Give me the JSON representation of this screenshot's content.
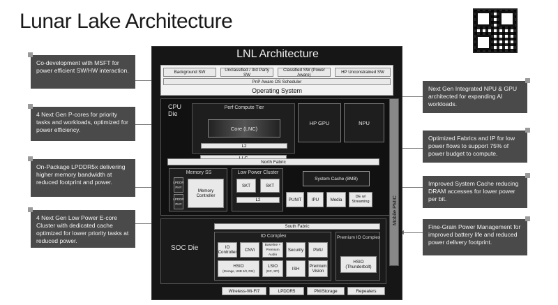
{
  "title": "Lunar Lake Architecture",
  "diagram": {
    "heading": "LNL Architecture",
    "sw_boxes": [
      "Background SW",
      "Unclassified / 3rd Party SW",
      "Classified SW (Power Aware)",
      "HP Unconstrained SW"
    ],
    "scheduler": "PnP Aware OS Scheduler",
    "os": "Operating System",
    "cpu_die": "CPU Die",
    "perf_tier": "Perf Compute Tier",
    "core": "Core (LNC)",
    "l2": "L2",
    "llc": "LLC",
    "gpu": "HP GPU",
    "npu": "NPU",
    "north_fabric": "North Fabric",
    "memory_ss": "Memory SS",
    "lpddr_phy_1": "LPDDR PHY",
    "lpddr_phy_2": "LPDDR PHY",
    "memory_controller": "Memory Controller",
    "lp_cluster": "Low Power Cluster",
    "skt1": "SKT",
    "skt2": "SKT",
    "lp_l2": "L2",
    "system_cache": "System Cache (8MB)",
    "punit": "PUNIT",
    "ipu": "IPU",
    "media": "Media",
    "de": "DE w/ Streaming",
    "mobile_pmic": "Mobile PMIC",
    "soc_die": "SOC Die",
    "south_fabric": "South Fabric",
    "io_complex": "IO Complex",
    "io_controller": "IO Controller",
    "cnvi": "CNVi",
    "audio": "Baseline + Premium Audio",
    "security": "Security",
    "pmu": "PMU",
    "hsio": "HSIO",
    "hsio_sub": "(Storage, USB 2/3, DSI)",
    "lsio": "LSIO",
    "lsio_sub": "(I3C, SPI)",
    "ish": "ISH",
    "premium_vision": "Premium Vision",
    "premium_io": "Premium IO Complex",
    "thunderbolt": "HSIO (Thunderbolt)",
    "bottom": [
      "Wireless-Wi-Fi7",
      "LPDDR5",
      "PM/Storage",
      "Repeaters"
    ]
  },
  "callouts_left": [
    "Co-development with MSFT for power efficient SW/HW interaction.",
    "4 Next Gen P-cores for priority tasks and workloads, optimized for power efficiency.",
    "On-Package LPDDR5x delivering higher memory bandwidth at reduced footprint and power.",
    "4 Next Gen Low Power E-core Cluster with dedicated cache optimized for lower priority tasks at reduced power."
  ],
  "callouts_right": [
    "Next Gen Integrated NPU & GPU architected for expanding AI workloads.",
    "Optimized Fabrics and IP for low power flows to support 75% of power budget to compute.",
    "Improved System Cache reducing DRAM accesses for lower power per bit.",
    "Fine-Grain Power Management for improved battery life and reduced power delivery footprint."
  ]
}
